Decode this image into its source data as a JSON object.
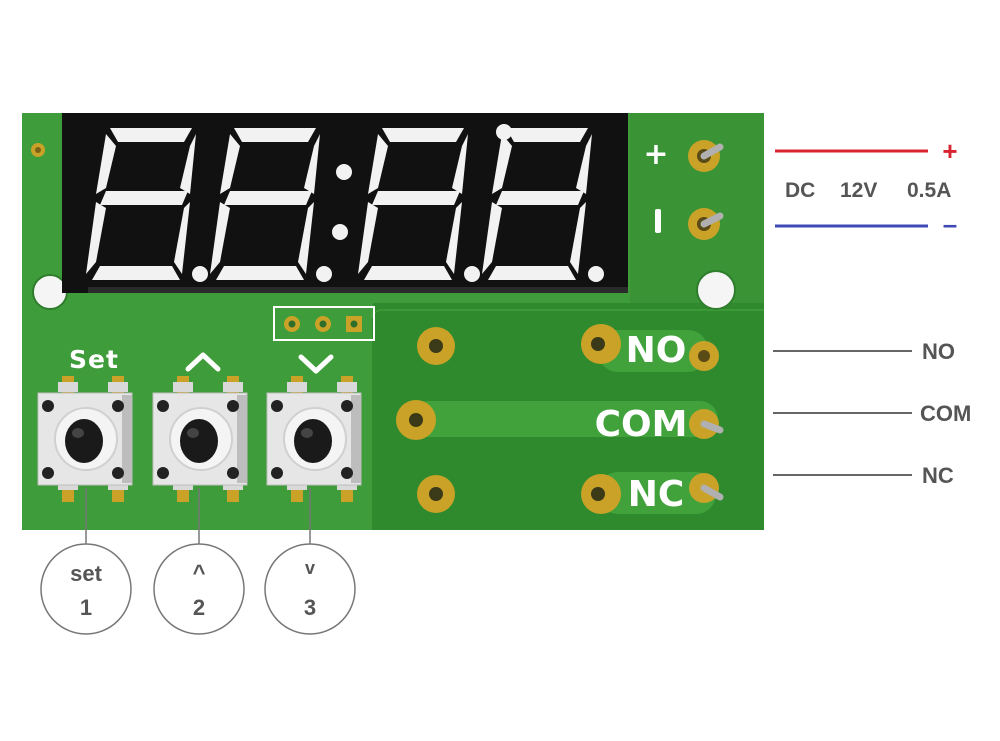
{
  "pcb": {
    "button_labels": {
      "set": "Set",
      "up": "^",
      "down": "v"
    },
    "relay_labels": {
      "no": "NO",
      "com": "COM",
      "nc": "NC"
    },
    "power_labels": {
      "plus": "+",
      "minus": "-"
    }
  },
  "annotations": {
    "power": {
      "plus_sign": "+",
      "minus_sign": "–",
      "dc": "DC",
      "voltage": "12V",
      "current": "0.5A",
      "plus_color": "#d9232e",
      "minus_color": "#3f48b5"
    },
    "relay": {
      "no": "NO",
      "com": "COM",
      "nc": "NC"
    },
    "buttons": [
      {
        "symbol": "set",
        "number": "1"
      },
      {
        "symbol": "^",
        "number": "2"
      },
      {
        "symbol": "v",
        "number": "3"
      }
    ]
  },
  "colors": {
    "pcb_green": "#3e9c3a",
    "pcb_dark_green": "#2f8a2e",
    "pad_gold": "#c9a227",
    "display_black": "#111111",
    "segment_white": "#f2f2f2",
    "annotation_gray": "#555555"
  }
}
